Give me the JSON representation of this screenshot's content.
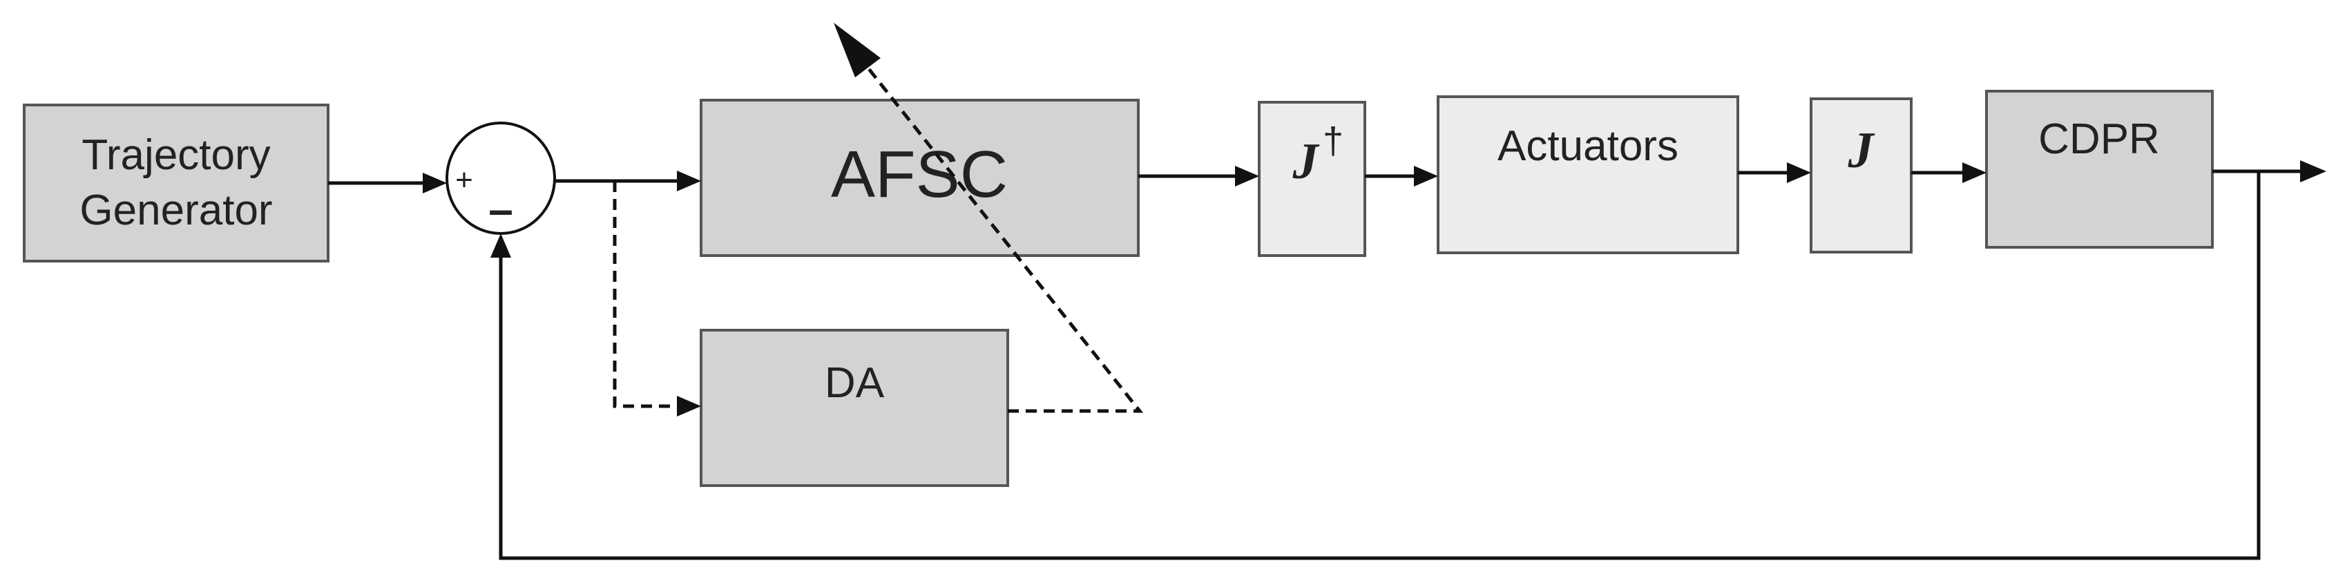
{
  "blocks": {
    "trajectory_generator": {
      "line1": "Trajectory",
      "line2": "Generator"
    },
    "afsc": {
      "label": "AFSC"
    },
    "da": {
      "label": "DA"
    },
    "j_pseudo_inverse": {
      "symbol": "J",
      "superscript": "†"
    },
    "actuators": {
      "label": "Actuators"
    },
    "jacobian": {
      "symbol": "J"
    },
    "cdpr": {
      "label": "CDPR"
    }
  },
  "summing_junction": {
    "plus_sign": "+",
    "minus_sign": "–"
  },
  "colors": {
    "block_dark": "#d3d3d3",
    "block_light": "#ececec",
    "wire": "#111111"
  }
}
